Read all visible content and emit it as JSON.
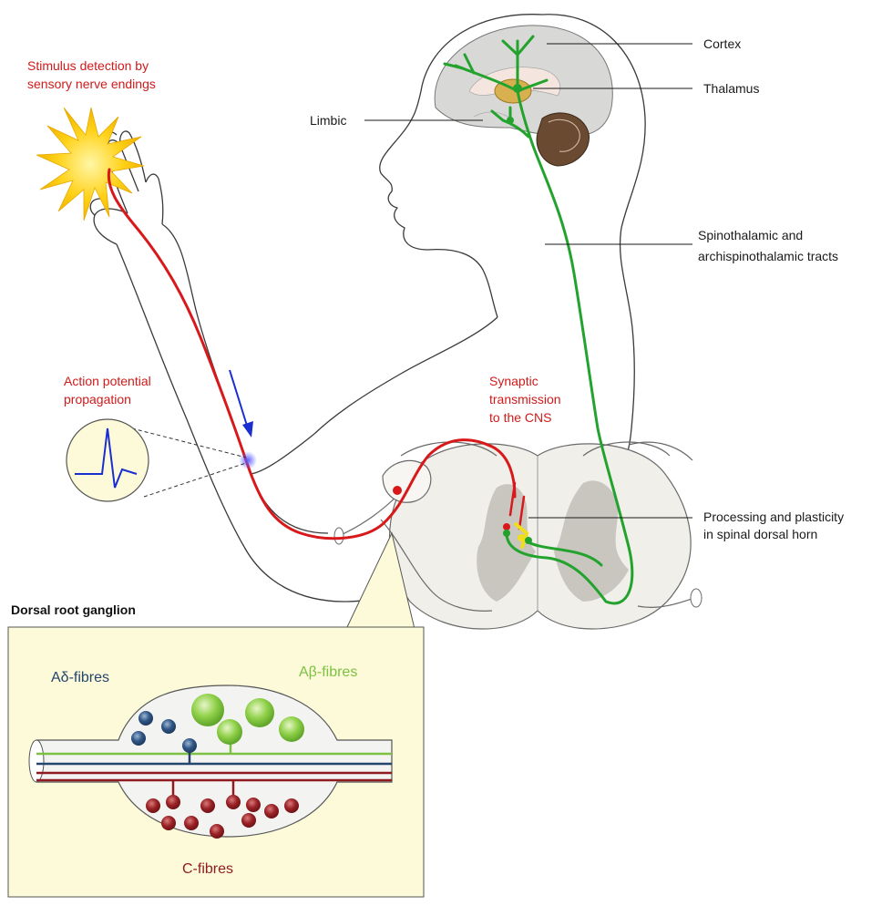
{
  "labels": {
    "cortex": "Cortex",
    "thalamus": "Thalamus",
    "limbic": "Limbic",
    "spinothalamic_line1": "Spinothalamic and",
    "spinothalamic_line2": "archispinothalamic tracts",
    "processing_line1": "Processing and plasticity",
    "processing_line2": "in spinal dorsal horn",
    "stimulus_line1": "Stimulus detection by",
    "stimulus_line2": "sensory nerve endings",
    "action_line1": "Action potential",
    "action_line2": "propagation",
    "synaptic_line1": "Synaptic",
    "synaptic_line2": "transmission",
    "synaptic_line3": "to the CNS",
    "drg_title": "Dorsal root ganglion",
    "a_delta": "Aδ-fibres",
    "a_beta": "Aβ-fibres",
    "c_fibres": "C-fibres"
  },
  "colors": {
    "pathway_red": "#d8191b",
    "tract_green": "#23a32e",
    "a_delta_blue": "#23456e",
    "a_beta_green": "#7dc142",
    "c_fibre_red": "#8f1b1e",
    "label_red": "#d01a1a",
    "inset_background": "#fcfad8",
    "spinal_grey": "#c9c5bf"
  }
}
